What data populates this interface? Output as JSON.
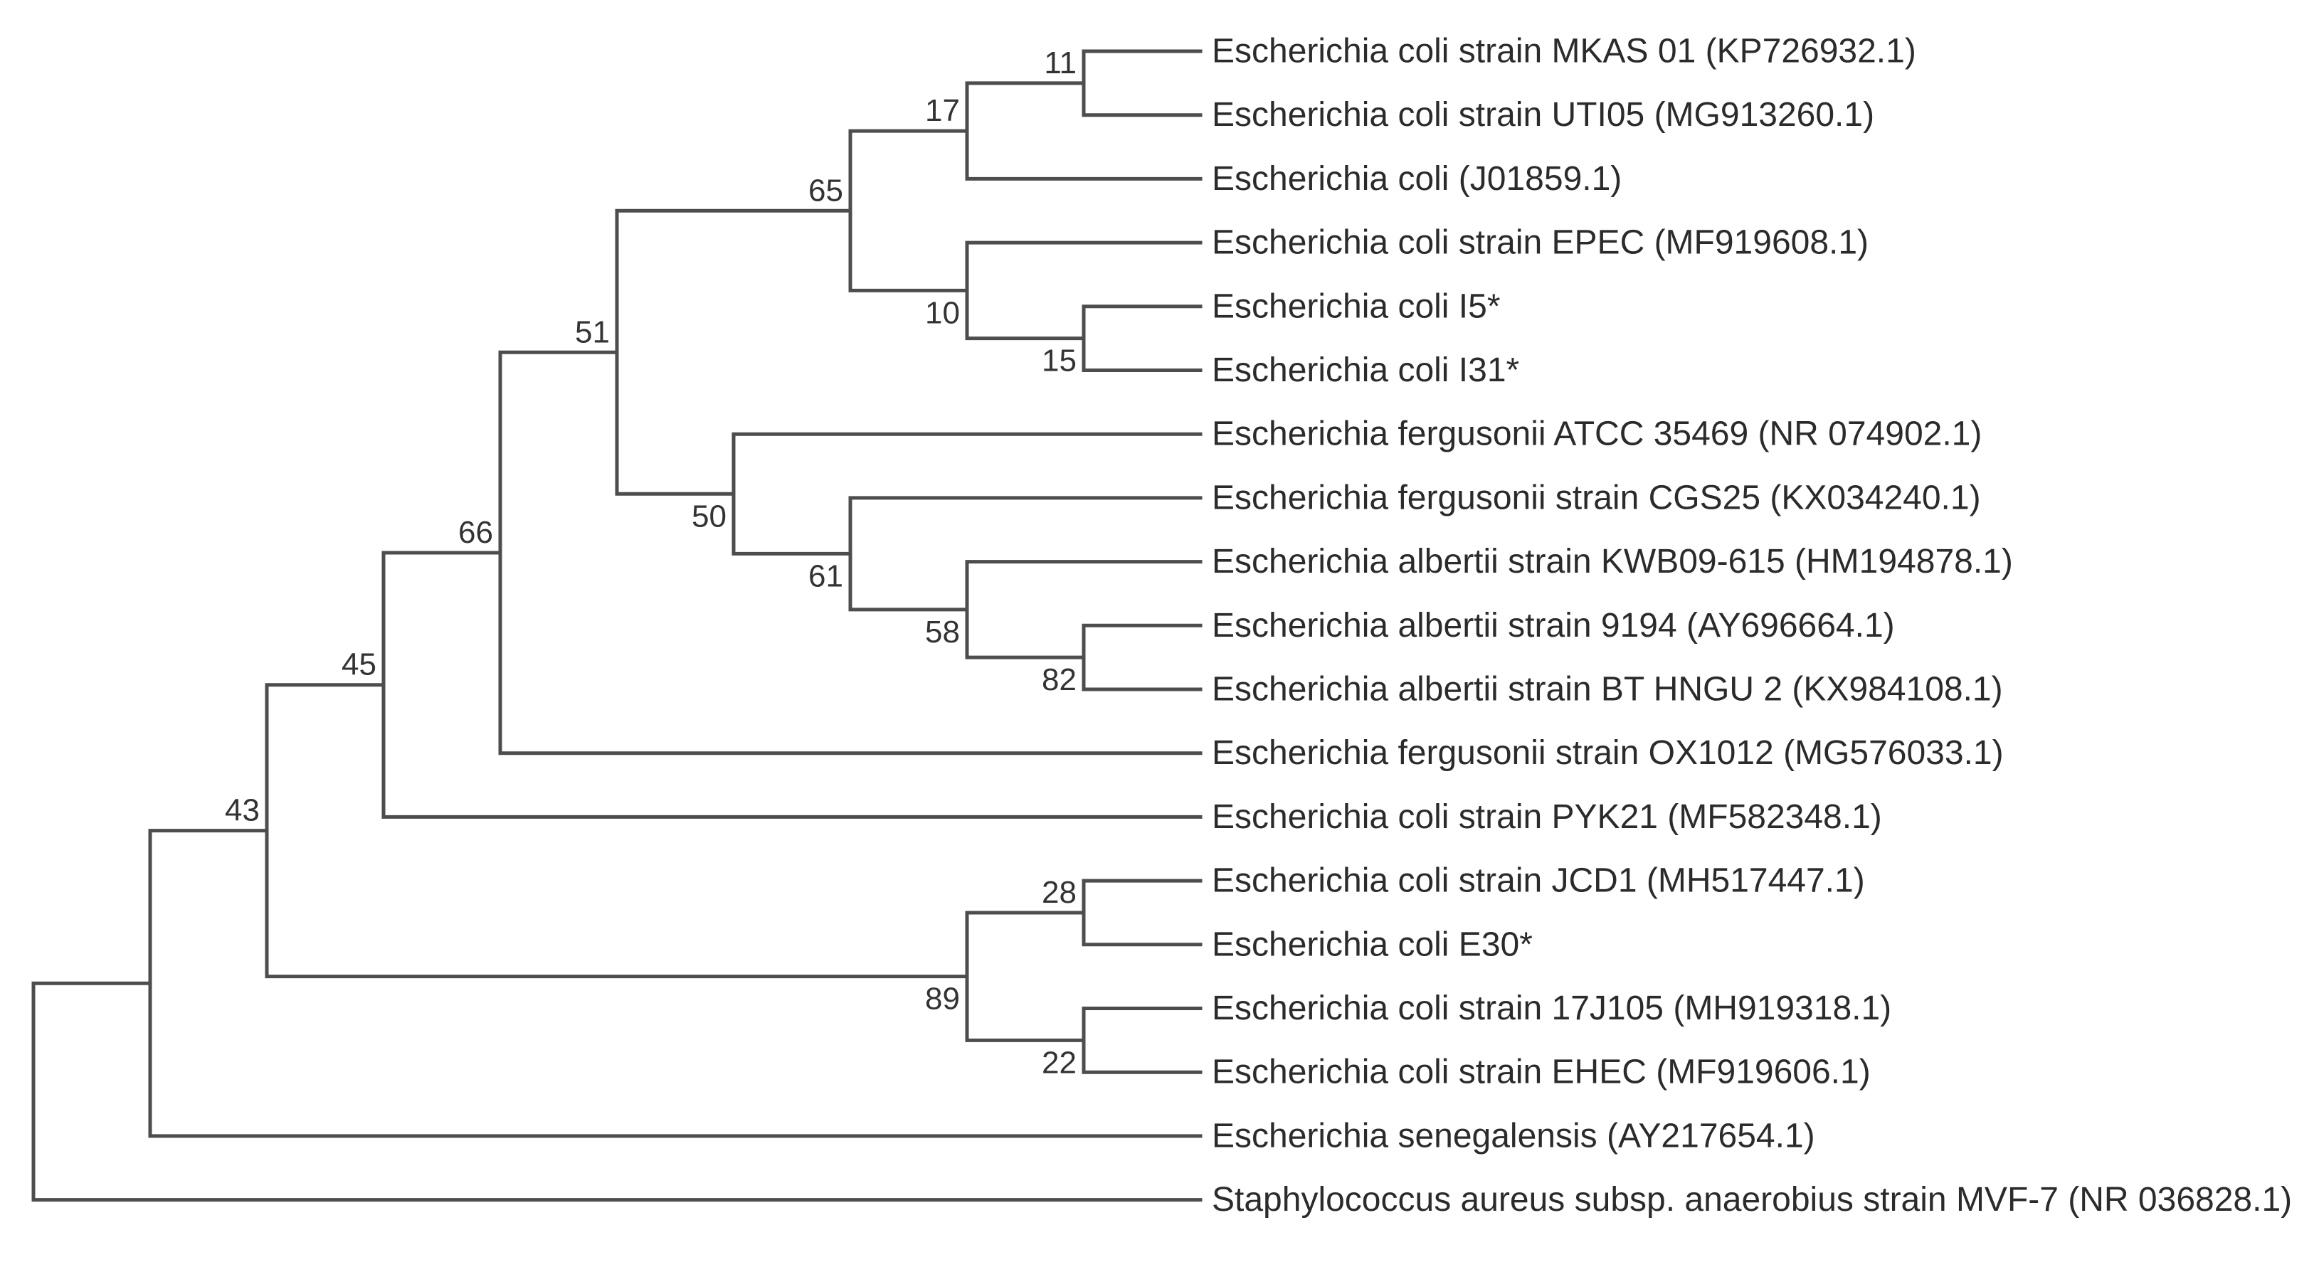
{
  "figure": {
    "type": "phylogenetic-tree",
    "description": "Neighbor-joining phylogenetic tree of Escherichia 16S rRNA sequences with bootstrap values",
    "background_color": "#ffffff",
    "line_color": "#4d4d4d",
    "text_color": "#2b2b2b",
    "bootstrap_text_color": "#333333"
  },
  "taxa": [
    {
      "label": "Escherichia coli strain MKAS 01 (KP726932.1)"
    },
    {
      "label": "Escherichia coli strain UTI05 (MG913260.1)"
    },
    {
      "label": "Escherichia coli (J01859.1)"
    },
    {
      "label": "Escherichia coli strain EPEC (MF919608.1)"
    },
    {
      "label": "Escherichia coli I5*"
    },
    {
      "label": "Escherichia coli I31*"
    },
    {
      "label": "Escherichia fergusonii ATCC 35469 (NR 074902.1)"
    },
    {
      "label": "Escherichia fergusonii strain CGS25 (KX034240.1)"
    },
    {
      "label": "Escherichia albertii strain KWB09-615 (HM194878.1)"
    },
    {
      "label": "Escherichia albertii strain 9194 (AY696664.1)"
    },
    {
      "label": "Escherichia albertii strain BT HNGU 2 (KX984108.1)"
    },
    {
      "label": "Escherichia fergusonii strain OX1012 (MG576033.1)"
    },
    {
      "label": "Escherichia coli strain PYK21 (MF582348.1)"
    },
    {
      "label": "Escherichia coli strain JCD1 (MH517447.1)"
    },
    {
      "label": "Escherichia coli E30*"
    },
    {
      "label": "Escherichia coli strain 17J105 (MH919318.1)"
    },
    {
      "label": "Escherichia coli strain EHEC (MF919606.1)"
    },
    {
      "label": "Escherichia senegalensis (AY217654.1)"
    },
    {
      "label": "Staphylococcus aureus subsp. anaerobius strain MVF-7 (NR 036828.1)"
    }
  ],
  "tree": {
    "root": {
      "name": "root",
      "children": [
        {
          "name": "node-a",
          "children": [
            {
              "name": "node-43",
              "bootstrap": "43",
              "children": [
                {
                  "name": "node-45",
                  "bootstrap": "45",
                  "children": [
                    {
                      "name": "node-66",
                      "bootstrap": "66",
                      "children": [
                        {
                          "name": "node-51",
                          "bootstrap": "51",
                          "children": [
                            {
                              "name": "node-65",
                              "bootstrap": "65",
                              "children": [
                                {
                                  "name": "node-17",
                                  "bootstrap": "17",
                                  "children": [
                                    {
                                      "name": "node-11",
                                      "bootstrap": "11",
                                      "children": [
                                        {
                                          "leaf": 0
                                        },
                                        {
                                          "leaf": 1
                                        }
                                      ]
                                    },
                                    {
                                      "leaf": 2
                                    }
                                  ]
                                },
                                {
                                  "name": "node-10",
                                  "bootstrap": "10",
                                  "children": [
                                    {
                                      "leaf": 3
                                    },
                                    {
                                      "name": "node-15",
                                      "bootstrap": "15",
                                      "children": [
                                        {
                                          "leaf": 4
                                        },
                                        {
                                          "leaf": 5
                                        }
                                      ]
                                    }
                                  ]
                                }
                              ]
                            },
                            {
                              "name": "node-50",
                              "bootstrap": "50",
                              "children": [
                                {
                                  "leaf": 6
                                },
                                {
                                  "name": "node-61",
                                  "bootstrap": "61",
                                  "children": [
                                    {
                                      "leaf": 7
                                    },
                                    {
                                      "name": "node-58",
                                      "bootstrap": "58",
                                      "children": [
                                        {
                                          "leaf": 8
                                        },
                                        {
                                          "name": "node-82",
                                          "bootstrap": "82",
                                          "children": [
                                            {
                                              "leaf": 9
                                            },
                                            {
                                              "leaf": 10
                                            }
                                          ]
                                        }
                                      ]
                                    }
                                  ]
                                }
                              ]
                            }
                          ]
                        },
                        {
                          "leaf": 11
                        }
                      ]
                    },
                    {
                      "leaf": 12
                    }
                  ]
                },
                {
                  "name": "node-89",
                  "bootstrap": "89",
                  "children": [
                    {
                      "name": "node-28",
                      "bootstrap": "28",
                      "children": [
                        {
                          "leaf": 13
                        },
                        {
                          "leaf": 14
                        }
                      ]
                    },
                    {
                      "name": "node-22",
                      "bootstrap": "22",
                      "children": [
                        {
                          "leaf": 15
                        },
                        {
                          "leaf": 16
                        }
                      ]
                    }
                  ]
                }
              ]
            },
            {
              "leaf": 17
            }
          ]
        },
        {
          "leaf": 18
        }
      ]
    }
  }
}
